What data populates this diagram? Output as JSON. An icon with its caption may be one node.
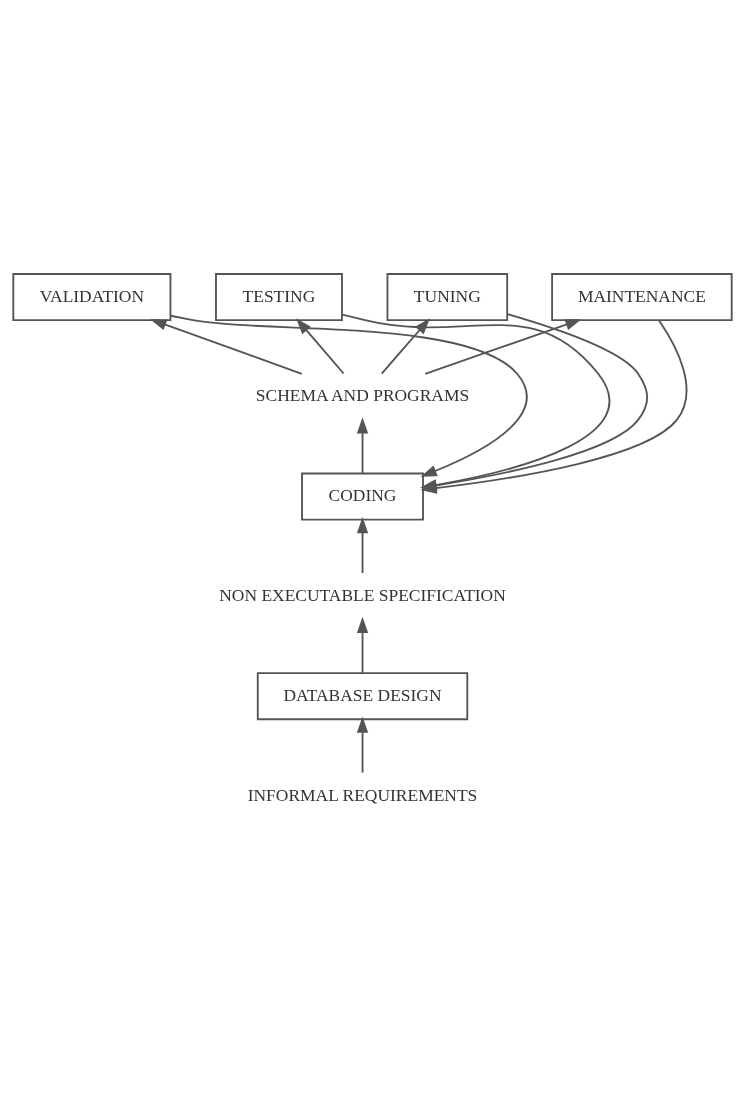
{
  "diagram": {
    "nodes": [
      {
        "text": [
          "INFORMAL REQUIREMENTS"
        ]
      },
      {
        "text": [
          "DATABASE DESIGN"
        ]
      },
      {
        "text": [
          "NON EXECUTABLE SPECIFICATION"
        ]
      },
      {
        "text": [
          "CODING"
        ]
      },
      {
        "text": [
          "SCHEMA AND PROGRAMS"
        ]
      },
      {
        "text": [
          "VALIDATION"
        ]
      },
      {
        "text": [
          "TESTING"
        ]
      },
      {
        "text": [
          "TUNING"
        ]
      },
      {
        "text": [
          "MAINTENANCE"
        ]
      }
    ],
    "edges": [
      {
        "from": 0,
        "to": 1,
        "arrow": "to"
      },
      {
        "from": 1,
        "to": 2,
        "arrow": "to"
      },
      {
        "from": 2,
        "to": 3,
        "arrow": "to"
      },
      {
        "from": 3,
        "to": 4,
        "arrow": "to"
      },
      {
        "from": 4,
        "to": 5,
        "arrow": "to"
      },
      {
        "from": 4,
        "to": 6,
        "arrow": "to"
      },
      {
        "from": 4,
        "to": 7,
        "arrow": "to"
      },
      {
        "from": 4,
        "to": 8,
        "arrow": "to"
      },
      {
        "from": 5,
        "to": 3,
        "arrow": "to"
      },
      {
        "from": 6,
        "to": 3,
        "arrow": "to"
      },
      {
        "from": 7,
        "to": 3,
        "arrow": "to"
      },
      {
        "from": 8,
        "to": 3,
        "arrow": "to"
      }
    ]
  }
}
